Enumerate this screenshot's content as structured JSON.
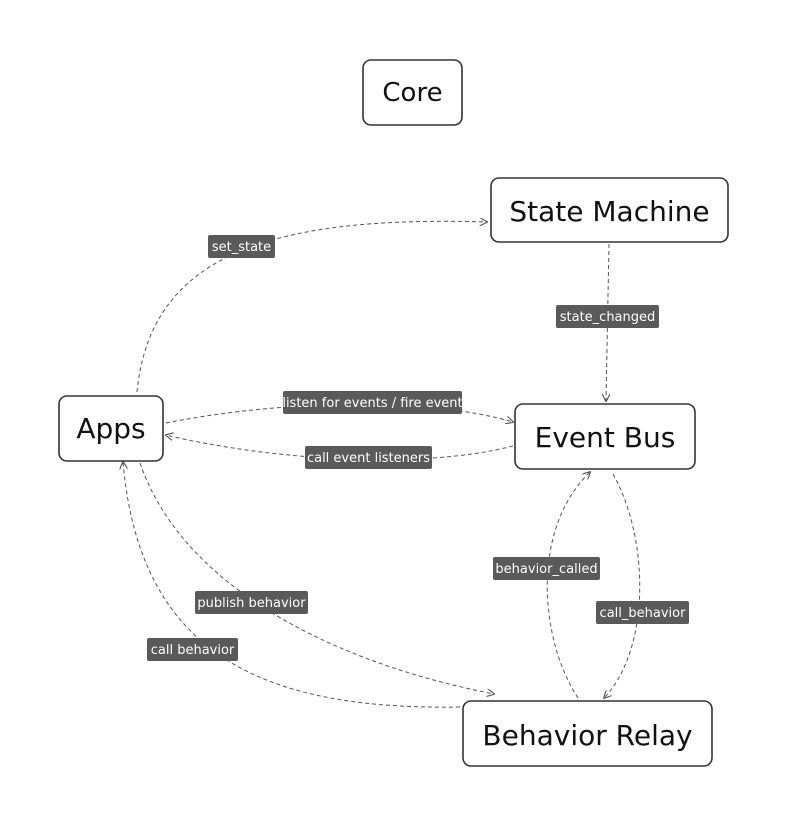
{
  "diagram": {
    "nodes": {
      "core": {
        "label": "Core"
      },
      "state_machine": {
        "label": "State Machine"
      },
      "apps": {
        "label": "Apps"
      },
      "event_bus": {
        "label": "Event Bus"
      },
      "behavior_relay": {
        "label": "Behavior Relay"
      }
    },
    "edges": {
      "set_state": {
        "from": "Apps",
        "to": "State Machine",
        "label": "set_state"
      },
      "state_changed": {
        "from": "State Machine",
        "to": "Event Bus",
        "label": "state_changed"
      },
      "listen_fire": {
        "from": "Apps",
        "to": "Event Bus",
        "label": "listen for events / fire event"
      },
      "call_event_listeners": {
        "from": "Event Bus",
        "to": "Apps",
        "label": "call event listeners"
      },
      "behavior_called": {
        "from": "Behavior Relay",
        "to": "Event Bus",
        "label": "behavior_called"
      },
      "call_behavior_bus": {
        "from": "Event Bus",
        "to": "Behavior Relay",
        "label": "call_behavior"
      },
      "publish_behavior": {
        "from": "Apps",
        "to": "Behavior Relay",
        "label": "publish behavior"
      },
      "call_behavior_apps": {
        "from": "Behavior Relay",
        "to": "Apps",
        "label": "call behavior"
      }
    }
  }
}
